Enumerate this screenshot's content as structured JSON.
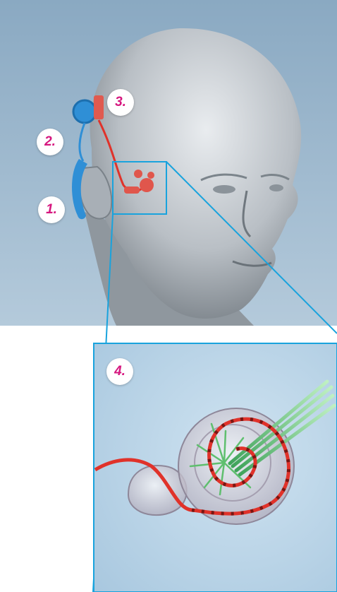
{
  "labels": {
    "implant_1": "1.",
    "implant_2": "2.",
    "implant_3": "3.",
    "cochlea_4": "4."
  },
  "colors": {
    "head_background": "#8fb2cc",
    "inset_background": "#b9d6ea",
    "frame_blue": "#19a3dd",
    "device_blue": "#2f8fd6",
    "electrode_red": "#e0322a",
    "nerve_green": "#5fbf6e",
    "label_magenta": "#d6177f"
  }
}
